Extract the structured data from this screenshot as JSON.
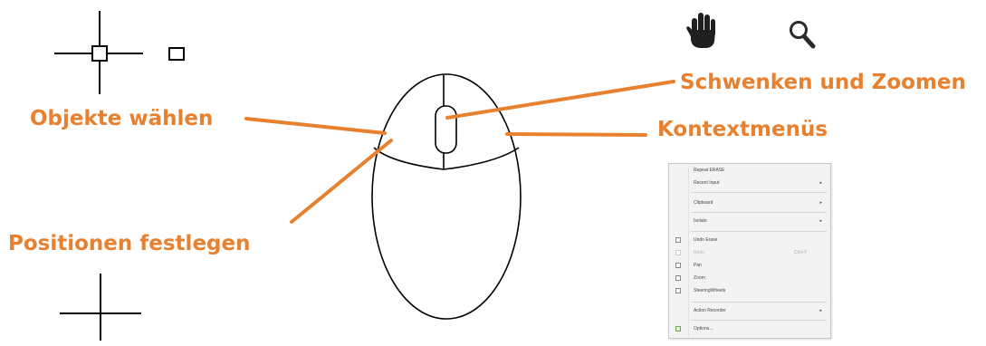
{
  "colors": {
    "accent": "#e8812f",
    "line": "#000000"
  },
  "labels": {
    "select_objects": "Objekte wählen",
    "set_positions": "Positionen festlegen",
    "pan_zoom": "Schwenken und Zoomen",
    "context_menus": "Kontextmenüs"
  },
  "icons": {
    "pan": "hand-icon",
    "zoom": "magnifier-icon"
  },
  "context_menu": {
    "items": [
      {
        "label": "Repeat ERASE",
        "submenu": false,
        "disabled": false,
        "icon": ""
      },
      {
        "label": "Recent Input",
        "submenu": true,
        "disabled": false,
        "icon": ""
      },
      {
        "label": "Clipboard",
        "submenu": true,
        "disabled": false,
        "icon": ""
      },
      {
        "label": "Isolate",
        "submenu": true,
        "disabled": false,
        "icon": ""
      },
      {
        "label": "Undo Erase",
        "submenu": false,
        "disabled": false,
        "icon": "undo-icon"
      },
      {
        "label": "Redo",
        "shortcut": "Ctrl+Y",
        "submenu": false,
        "disabled": true,
        "icon": "redo-icon"
      },
      {
        "label": "Pan",
        "submenu": false,
        "disabled": false,
        "icon": "pan-icon"
      },
      {
        "label": "Zoom",
        "submenu": false,
        "disabled": false,
        "icon": "zoom-icon"
      },
      {
        "label": "SteeringWheels",
        "submenu": false,
        "disabled": false,
        "icon": "steeringwheel-icon"
      },
      {
        "label": "Action Recorder",
        "submenu": true,
        "disabled": false,
        "icon": ""
      },
      {
        "label": "Options...",
        "submenu": false,
        "disabled": false,
        "icon": "options-icon"
      }
    ]
  }
}
